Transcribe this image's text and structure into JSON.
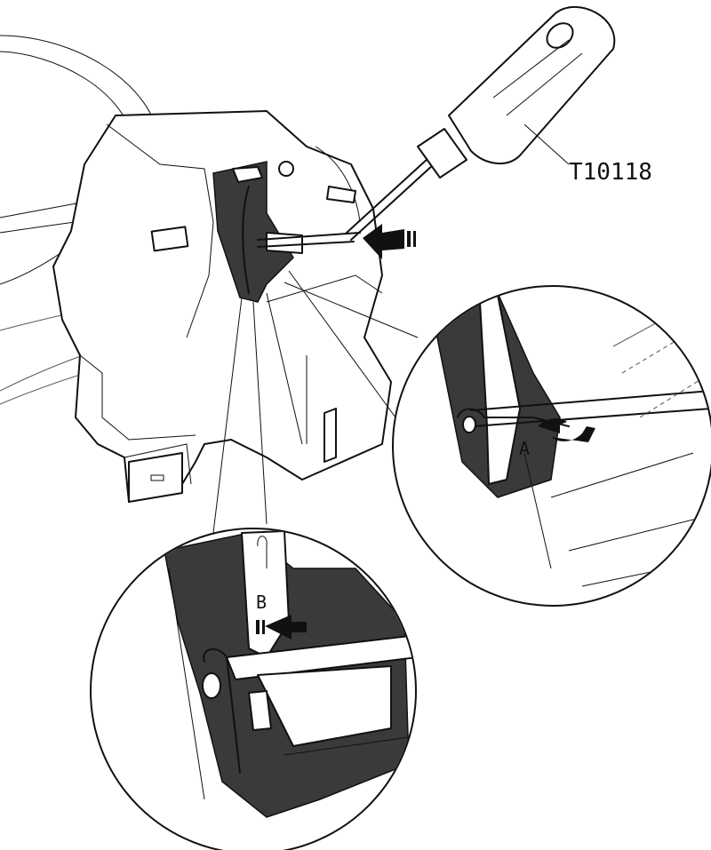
{
  "tool_label": "T10118",
  "detail_a_label": "A",
  "detail_b_label": "B"
}
